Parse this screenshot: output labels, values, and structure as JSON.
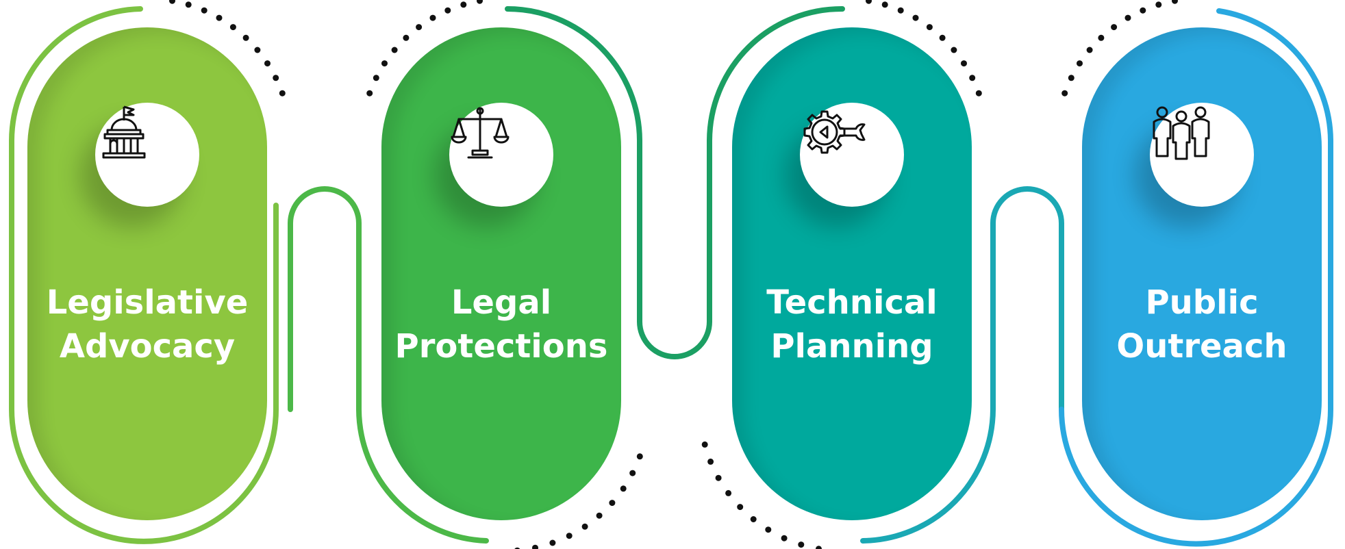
{
  "steps": [
    {
      "id": "legislative",
      "line1": "Legislative",
      "line2": "Advocacy",
      "icon": "capitol-building-icon",
      "color": "#8dc63f",
      "ring": "#7cc242"
    },
    {
      "id": "legal",
      "line1": "Legal",
      "line2": "Protections",
      "icon": "scales-of-justice-icon",
      "color": "#3db54a",
      "ring": "#2ea84a"
    },
    {
      "id": "technical",
      "line1": "Technical",
      "line2": "Planning",
      "icon": "gear-wrench-icon",
      "color": "#00a99d",
      "ring": "#1aa8a0"
    },
    {
      "id": "public",
      "line1": "Public",
      "line2": "Outreach",
      "icon": "people-group-icon",
      "color": "#29a8e0",
      "ring": "#29a8e0"
    }
  ]
}
